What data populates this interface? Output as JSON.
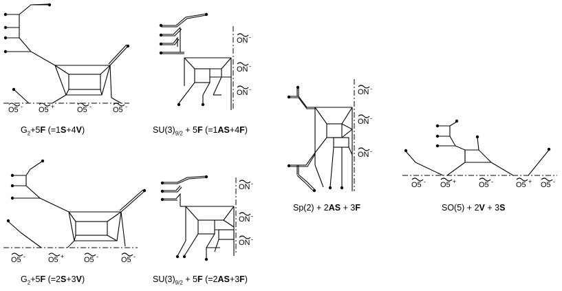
{
  "captions": {
    "c1": {
      "pre": "G",
      "sub": "2",
      "mid1": "+5",
      "b1": "F",
      "mid2": " (=1",
      "b2": "S",
      "mid3": "+4",
      "b3": "V",
      "end": ")"
    },
    "c2": {
      "pre": "SU(3)",
      "sub": "9/2",
      "mid1": " + 5",
      "b1": "F",
      "mid2": " (=1",
      "b2": "AS",
      "mid3": "+4",
      "b3": "F",
      "end": ")"
    },
    "c3": {
      "pre": "Sp(2) + 2",
      "b1": "AS",
      "mid1": " + 3",
      "b2": "F"
    },
    "c4": {
      "pre": "SO(5) + 2",
      "b1": "V",
      "mid1": " + 3",
      "b2": "S"
    },
    "c5": {
      "pre": "G",
      "sub": "2",
      "mid1": "+5",
      "b1": "F",
      "mid2": " (=2",
      "b2": "S",
      "mid3": "+3",
      "b3": "V",
      "end": ")"
    },
    "c6": {
      "pre": "SU(3)",
      "sub": "9/2",
      "mid1": " + 5",
      "b1": "F",
      "mid2": " (=2",
      "b2": "AS",
      "mid3": "+3",
      "b3": "F",
      "end": ")"
    }
  },
  "labels": {
    "on_minus": "ON",
    "o5": "O5",
    "minus": "-",
    "plus": "+"
  }
}
